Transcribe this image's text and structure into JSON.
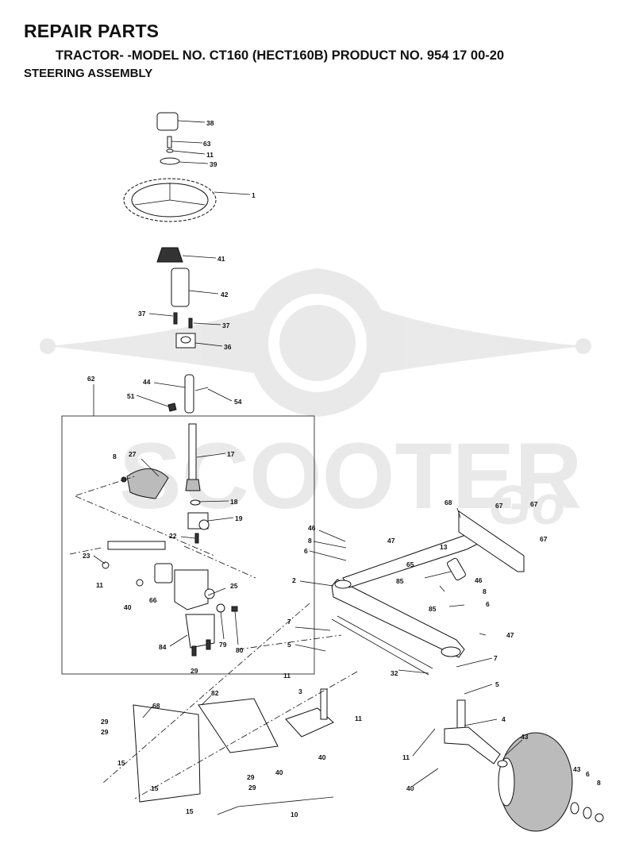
{
  "header": {
    "title": "REPAIR PARTS",
    "subtitle": "TRACTOR- -MODEL NO. CT160 (HECT160B) PRODUCT NO. 954 17 00-20",
    "section": "STEERING ASSEMBLY"
  },
  "watermark": {
    "text": "SCOOTER",
    "suffix": "Go"
  },
  "callouts": [
    {
      "id": "c38",
      "text": "38"
    },
    {
      "id": "c63",
      "text": "63"
    },
    {
      "id": "c11a",
      "text": "11"
    },
    {
      "id": "c39",
      "text": "39"
    },
    {
      "id": "c1",
      "text": "1"
    },
    {
      "id": "c41",
      "text": "41"
    },
    {
      "id": "c42",
      "text": "42"
    },
    {
      "id": "c37a",
      "text": "37"
    },
    {
      "id": "c37b",
      "text": "37"
    },
    {
      "id": "c36",
      "text": "36"
    },
    {
      "id": "c44",
      "text": "44"
    },
    {
      "id": "c62",
      "text": "62"
    },
    {
      "id": "c51",
      "text": "51"
    },
    {
      "id": "c54",
      "text": "54"
    },
    {
      "id": "c8a",
      "text": "8"
    },
    {
      "id": "c27",
      "text": "27"
    },
    {
      "id": "c17",
      "text": "17"
    },
    {
      "id": "c18",
      "text": "18"
    },
    {
      "id": "c19",
      "text": "19"
    },
    {
      "id": "c22",
      "text": "22"
    },
    {
      "id": "c23",
      "text": "23"
    },
    {
      "id": "c11b",
      "text": "11"
    },
    {
      "id": "c40a",
      "text": "40"
    },
    {
      "id": "c66",
      "text": "66"
    },
    {
      "id": "c25",
      "text": "25"
    },
    {
      "id": "c84",
      "text": "84"
    },
    {
      "id": "c79",
      "text": "79"
    },
    {
      "id": "c80",
      "text": "80"
    },
    {
      "id": "c29a",
      "text": "29"
    },
    {
      "id": "c68a",
      "text": "68"
    },
    {
      "id": "c67a",
      "text": "67"
    },
    {
      "id": "c67b",
      "text": "67"
    },
    {
      "id": "c67c",
      "text": "67"
    },
    {
      "id": "c46a",
      "text": "46"
    },
    {
      "id": "c8b",
      "text": "8"
    },
    {
      "id": "c6a",
      "text": "6"
    },
    {
      "id": "c47a",
      "text": "47"
    },
    {
      "id": "c13",
      "text": "13"
    },
    {
      "id": "c65",
      "text": "65"
    },
    {
      "id": "c85a",
      "text": "85"
    },
    {
      "id": "c2",
      "text": "2"
    },
    {
      "id": "c46b",
      "text": "46"
    },
    {
      "id": "c8c",
      "text": "8"
    },
    {
      "id": "c85b",
      "text": "85"
    },
    {
      "id": "c6b",
      "text": "6"
    },
    {
      "id": "c7a",
      "text": "7"
    },
    {
      "id": "c47b",
      "text": "47"
    },
    {
      "id": "c5a",
      "text": "5"
    },
    {
      "id": "c7b",
      "text": "7"
    },
    {
      "id": "c11c",
      "text": "11"
    },
    {
      "id": "c32",
      "text": "32"
    },
    {
      "id": "c5b",
      "text": "5"
    },
    {
      "id": "c3",
      "text": "3"
    },
    {
      "id": "c4",
      "text": "4"
    },
    {
      "id": "c11d",
      "text": "11"
    },
    {
      "id": "c43a",
      "text": "43"
    },
    {
      "id": "c82",
      "text": "82"
    },
    {
      "id": "c68b",
      "text": "68"
    },
    {
      "id": "c29b",
      "text": "29"
    },
    {
      "id": "c29c",
      "text": "29"
    },
    {
      "id": "c40b",
      "text": "40"
    },
    {
      "id": "c40c",
      "text": "40"
    },
    {
      "id": "c11e",
      "text": "11"
    },
    {
      "id": "c40d",
      "text": "40"
    },
    {
      "id": "c43b",
      "text": "43"
    },
    {
      "id": "c6c",
      "text": "6"
    },
    {
      "id": "c8d",
      "text": "8"
    },
    {
      "id": "c15a",
      "text": "15"
    },
    {
      "id": "c15b",
      "text": "15"
    },
    {
      "id": "c29d",
      "text": "29"
    },
    {
      "id": "c29e",
      "text": "29"
    },
    {
      "id": "c15c",
      "text": "15"
    },
    {
      "id": "c10",
      "text": "10"
    }
  ]
}
